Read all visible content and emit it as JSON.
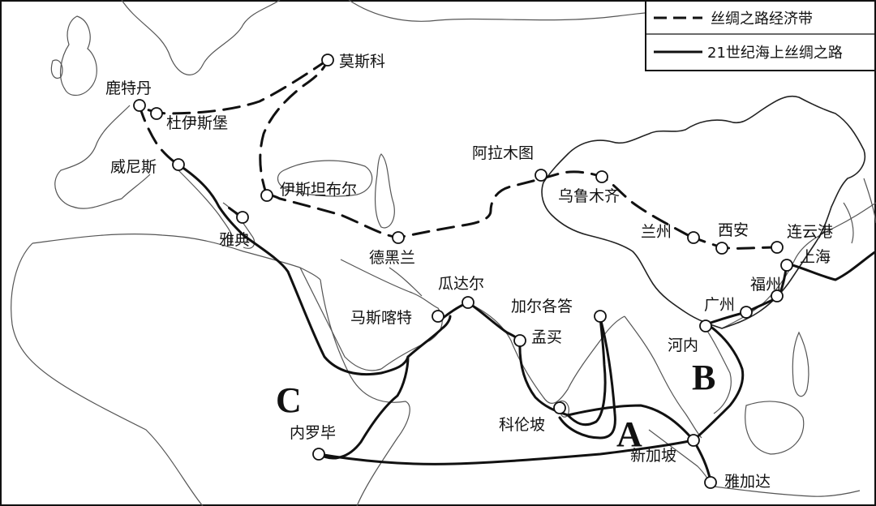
{
  "legend": {
    "silk_road_belt": "丝绸之路经济带",
    "maritime_silk_road": "21世纪海上丝绸之路"
  },
  "cities": {
    "moscow": "莫斯科",
    "rotterdam": "鹿特丹",
    "duisburg": "杜伊斯堡",
    "venice": "威尼斯",
    "istanbul": "伊斯坦布尔",
    "athens": "雅典",
    "tehran": "德黑兰",
    "almaty": "阿拉木图",
    "urumqi": "乌鲁木齐",
    "lanzhou": "兰州",
    "xian": "西安",
    "lianyungang": "连云港",
    "shanghai": "上海",
    "fuzhou": "福州",
    "guangzhou": "广州",
    "hanoi": "河内",
    "gwadar": "瓜达尔",
    "muscat": "马斯喀特",
    "kolkata": "加尔各答",
    "mumbai": "孟买",
    "colombo": "科伦坡",
    "singapore": "新加坡",
    "jakarta": "雅加达",
    "nairobi": "内罗毕"
  },
  "markers": {
    "a": "A",
    "b": "B",
    "c": "C"
  }
}
